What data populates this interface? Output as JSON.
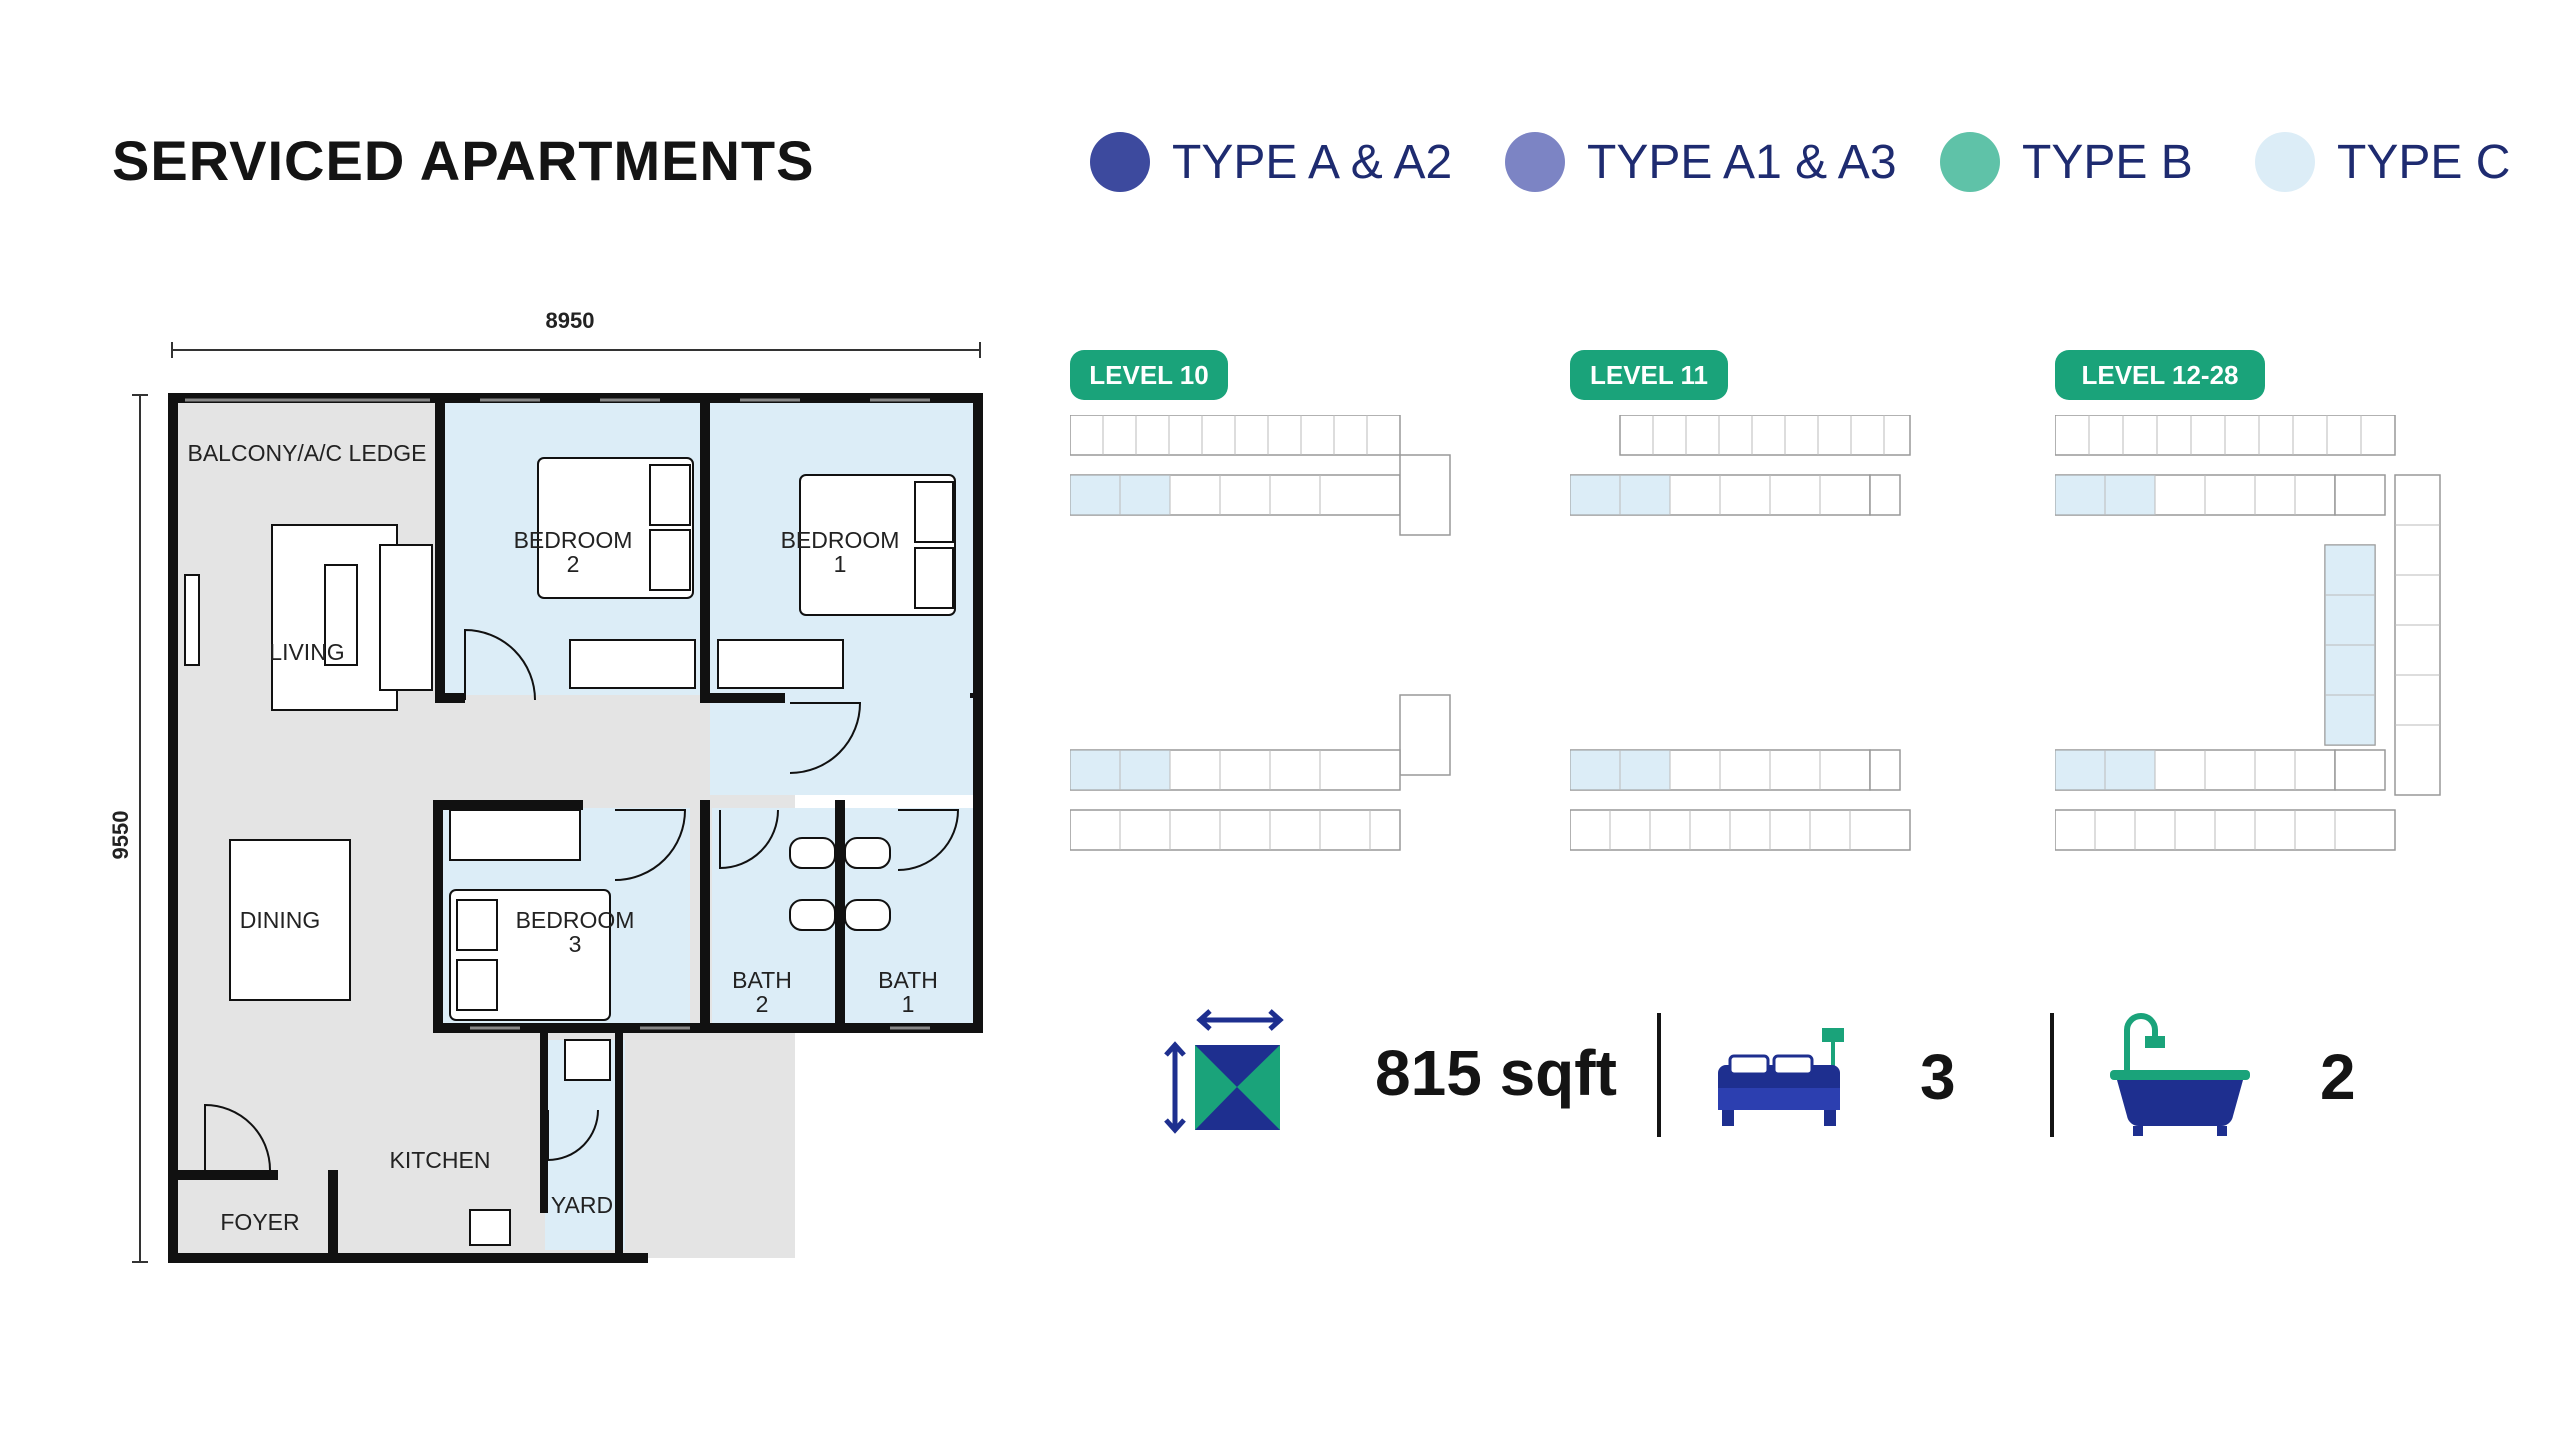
{
  "title": "SERVICED APARTMENTS",
  "legend": [
    {
      "label": "TYPE A & A2",
      "color": "#3d4a9e"
    },
    {
      "label": "TYPE A1 & A3",
      "color": "#7c84c4"
    },
    {
      "label": "TYPE B",
      "color": "#5fc2a8"
    },
    {
      "label": "TYPE C",
      "color": "#dcedf7"
    }
  ],
  "floorplan": {
    "width_dim": "8950",
    "height_dim": "9550",
    "rooms": {
      "balcony": "BALCONY/A/C LEDGE",
      "bedroom2_line1": "BEDROOM",
      "bedroom2_line2": "2",
      "bedroom1_line1": "BEDROOM",
      "bedroom1_line2": "1",
      "living": "LIVING",
      "dining": "DINING",
      "bedroom3_line1": "BEDROOM",
      "bedroom3_line2": "3",
      "bath2_line1": "BATH",
      "bath2_line2": "2",
      "bath1_line1": "BATH",
      "bath1_line2": "1",
      "kitchen": "KITCHEN",
      "foyer": "FOYER",
      "yard": "YARD"
    }
  },
  "levels": [
    {
      "label": "LEVEL 10"
    },
    {
      "label": "LEVEL 11"
    },
    {
      "label": "LEVEL 12-28"
    }
  ],
  "stats": {
    "area": {
      "value": "815 sqft",
      "icon": "area-icon"
    },
    "bedrooms": {
      "value": "3",
      "icon": "bed-icon"
    },
    "bathrooms": {
      "value": "2",
      "icon": "bathtub-icon"
    }
  },
  "colors": {
    "accent_green": "#1aa37a",
    "navy": "#1e2f8f",
    "room_blue": "#dcedf7",
    "common_grey": "#e4e4e4"
  }
}
